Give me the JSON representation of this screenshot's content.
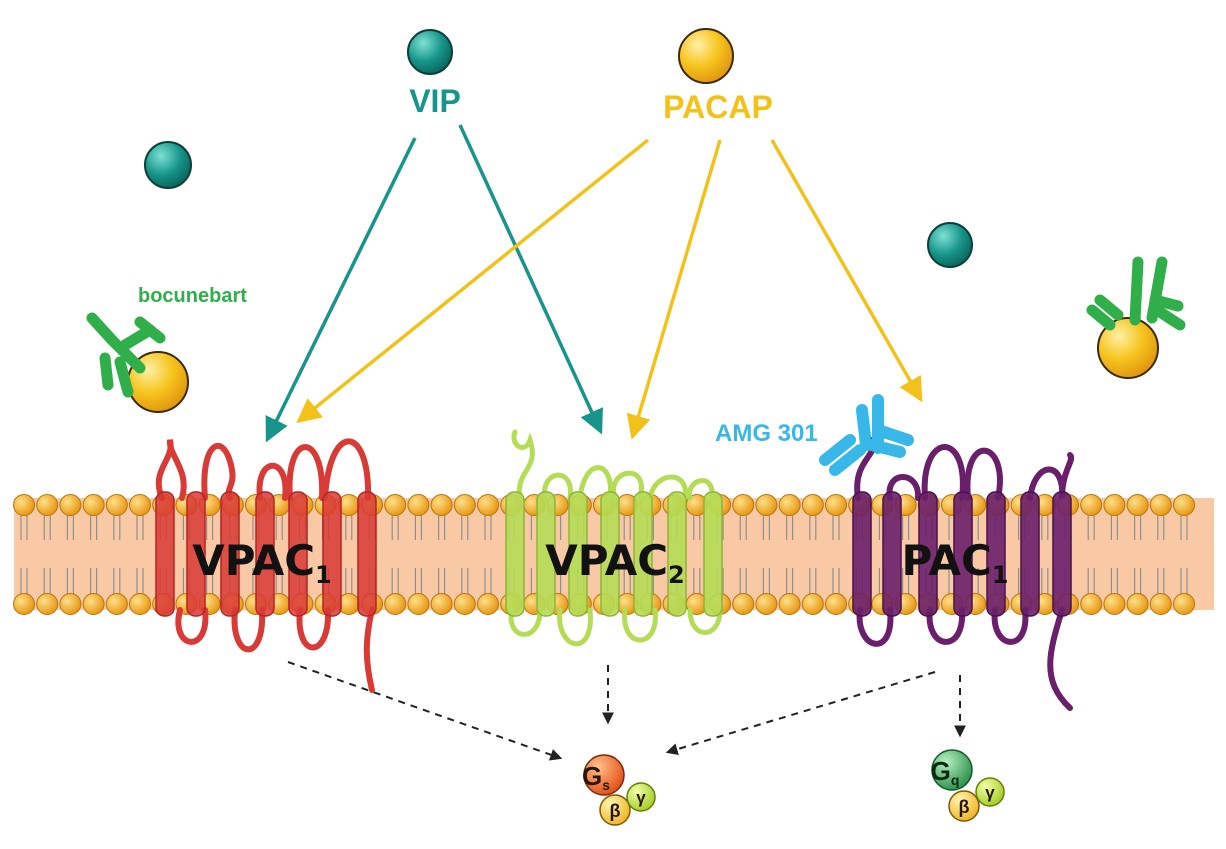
{
  "ligands": {
    "vip": {
      "label": "VIP",
      "color": "#17958a"
    },
    "pacap": {
      "label": "PACAP",
      "color": "#f2c21b"
    }
  },
  "antibodies": {
    "bocunebart": {
      "label": "bocunebart",
      "color": "#2fae4a"
    },
    "amg301": {
      "label": "AMG 301",
      "color": "#38b8e8"
    }
  },
  "receptors": {
    "vpac1": {
      "name": "VPAC",
      "sub": "1",
      "color": "#d83a36"
    },
    "vpac2": {
      "name": "VPAC",
      "sub": "2",
      "color": "#b5dc55"
    },
    "pac1": {
      "name": "PAC",
      "sub": "1",
      "color": "#6a1f6a"
    }
  },
  "gproteins": {
    "gs": {
      "alpha": "G",
      "alpha_sub": "s",
      "beta": "β",
      "gamma": "γ",
      "color": "#ee6a1a"
    },
    "gq": {
      "alpha": "G",
      "alpha_sub": "q",
      "beta": "β",
      "gamma": "γ",
      "color": "#3aa35a"
    }
  },
  "membrane": {
    "head_color": "#f2a81d",
    "core_color": "#f8c9a4"
  }
}
